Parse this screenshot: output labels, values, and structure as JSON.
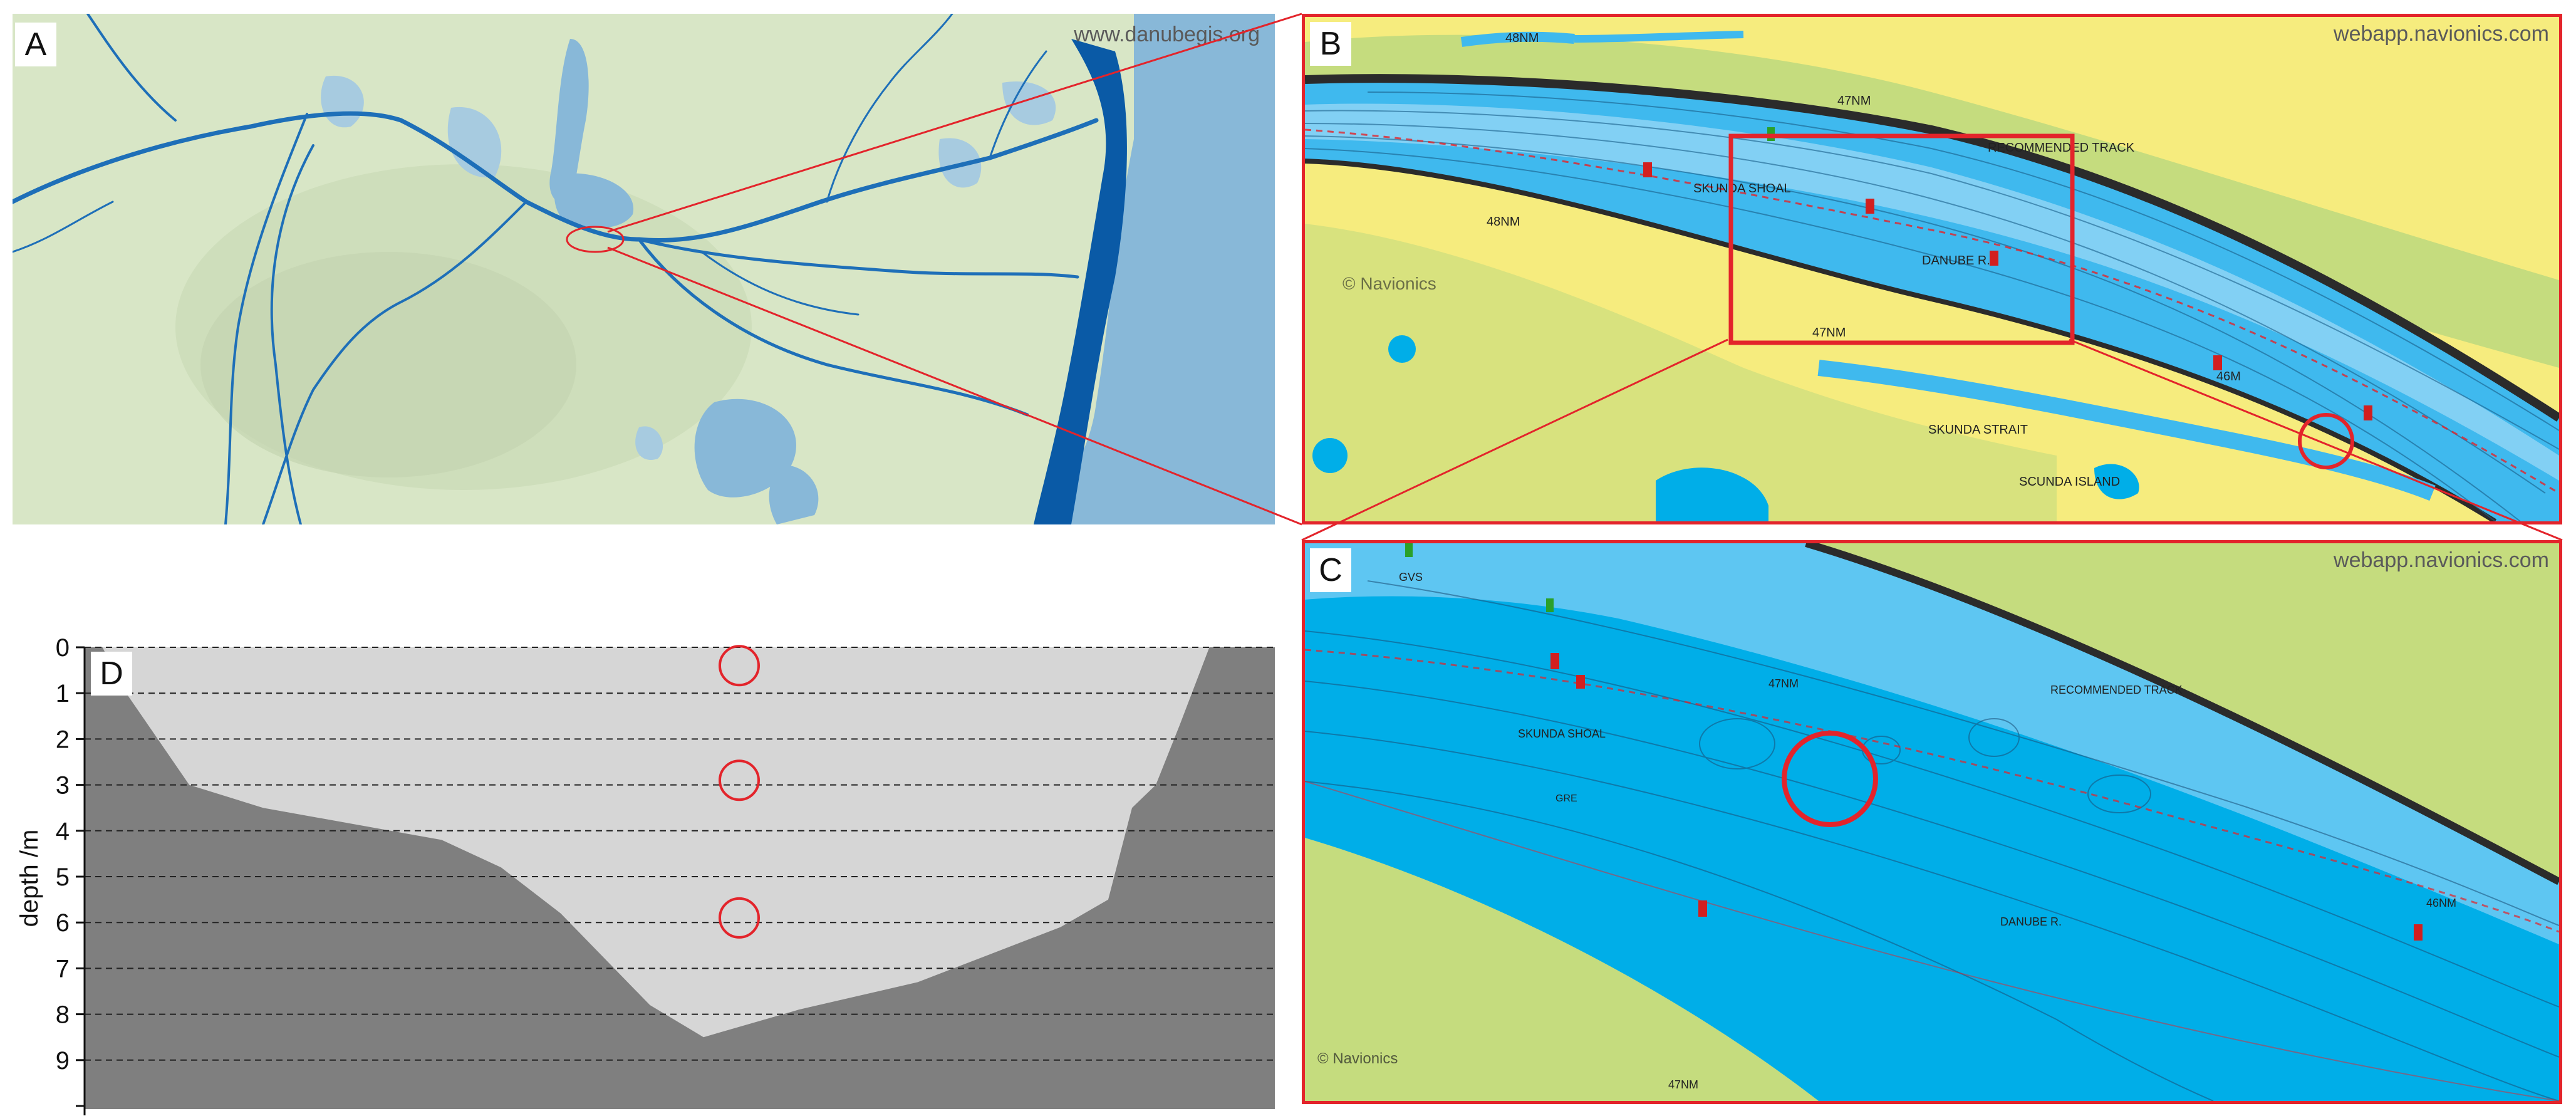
{
  "panels": {
    "a": {
      "letter": "A",
      "credit": "www.danubegis.org"
    },
    "b": {
      "letter": "B",
      "credit": "webapp.navionics.com",
      "labels": {
        "nm48_top": "48NM",
        "nm47_top": "47NM",
        "recommended": "RECOMMENDED TRACK",
        "skunda_shoal": "SKUNDA SHOAL",
        "nm48_left": "48NM",
        "danube": "DANUBE R.",
        "nm47_bottom": "47NM",
        "nm46": "46M",
        "skunda_strait": "SKUNDA STRAIT",
        "scunda_island": "SCUNDA ISLAND",
        "watermark": "© Navionics"
      }
    },
    "c": {
      "letter": "C",
      "credit": "webapp.navionics.com",
      "labels": {
        "gvs": "GVS",
        "nm47": "47NM",
        "recommended": "RECOMMENDED TRACK",
        "skunda_shoal": "SKUNDA SHOAL",
        "danube": "DANUBE R.",
        "nm46": "46NM",
        "nm47_bottom": "47NM",
        "gre": "GRE",
        "watermark": "© Navionics"
      }
    },
    "d": {
      "letter": "D"
    }
  },
  "chart_data": {
    "type": "area",
    "ylabel": "depth /m",
    "y_ticks": [
      "0",
      "1",
      "2",
      "3",
      "4",
      "5",
      "6",
      "7",
      "8",
      "9"
    ],
    "ylim": [
      0,
      10
    ],
    "y_inverted": true,
    "grid": "dashed horizontal",
    "profile_x": [
      0.0,
      0.015,
      0.035,
      0.088,
      0.15,
      0.3,
      0.35,
      0.4,
      0.475,
      0.52,
      0.6,
      0.7,
      0.82,
      0.86,
      0.88,
      0.9,
      0.92,
      0.945,
      0.97,
      1.0
    ],
    "profile_depth": [
      0.0,
      0.0,
      1.0,
      3.0,
      3.5,
      4.2,
      4.8,
      5.8,
      7.8,
      8.5,
      7.9,
      7.3,
      6.1,
      5.5,
      3.5,
      3.0,
      1.7,
      0.0,
      0.0,
      0.0
    ],
    "sample_points": [
      {
        "x": 0.55,
        "depth": 0.4
      },
      {
        "x": 0.55,
        "depth": 2.9
      },
      {
        "x": 0.55,
        "depth": 5.9
      }
    ],
    "colors": {
      "bed": "#7f7f7f",
      "water": "#d6d6d6",
      "sample": "#e3242b"
    }
  },
  "colors": {
    "land_a": "#d8e6c6",
    "water_a": "#88b8d8",
    "river_a": "#1e6fb8",
    "sea_dark": "#0a5aa6",
    "land_nav": "#f6ec7e",
    "veg_nav": "#c5dc7e",
    "water_nav": "#3fb9ee",
    "water_deep": "#00aee8",
    "shallow_nav": "#9fdaf6",
    "highlight": "#e3242b"
  }
}
